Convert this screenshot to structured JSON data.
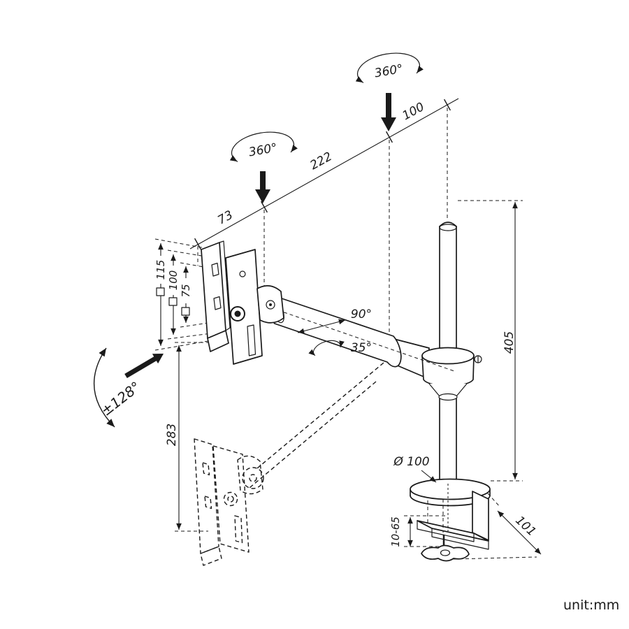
{
  "colors": {
    "ink": "#1a1a1a",
    "background": "#ffffff"
  },
  "unit_label": "unit:mm",
  "annotations": {
    "rotation_top": "360°",
    "rotation_mid": "360°",
    "dim_depth_100": "100",
    "dim_arm_222": "222",
    "dim_arm_73": "73",
    "vesa_115": "115",
    "vesa_100": "100",
    "vesa_75": "75",
    "angle_tilt_90": "90°",
    "angle_roll_35": "35°",
    "angle_swivel_128": "±128°",
    "dim_drop_283": "283",
    "dim_pole_405": "405",
    "dim_grommet_dia": "Ø 100",
    "dim_clamp_10_65": "10-65",
    "dim_base_101": "101"
  }
}
